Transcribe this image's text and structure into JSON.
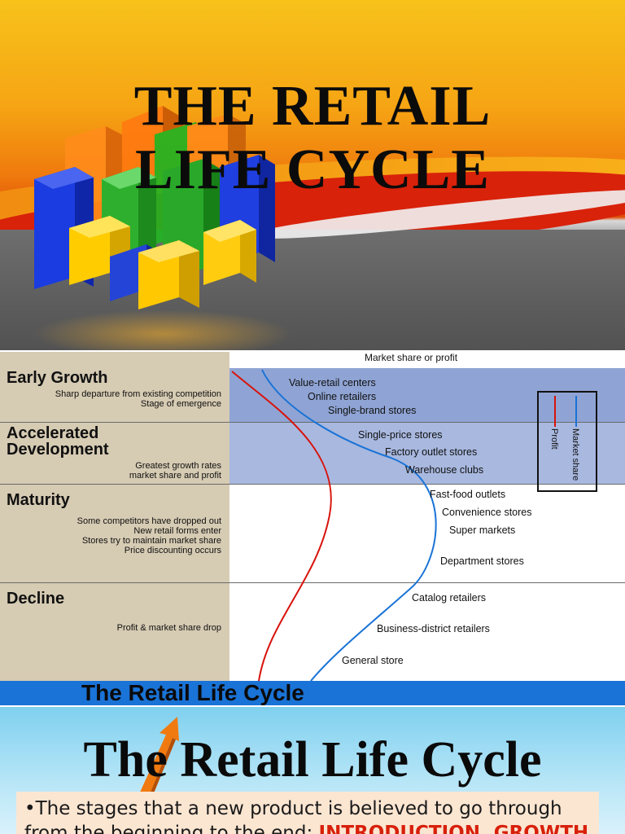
{
  "slide1": {
    "title_line1": "THE RETAIL",
    "title_line2": "LIFE CYCLE",
    "colors": {
      "orange": "#f6a514",
      "red": "#d8220a",
      "gray": "#5a5a5a"
    }
  },
  "slide2": {
    "chart_top_label": "Market share or profit",
    "stages": [
      {
        "name": "Early Growth",
        "desc": [
          "Sharp departure from existing competition",
          "Stage of emergence"
        ]
      },
      {
        "name": "Accelerated\nDevelopment",
        "desc": [
          "Greatest growth rates",
          "market share and profit"
        ]
      },
      {
        "name": "Maturity",
        "desc": [
          "Some competitors have dropped out",
          "New retail forms enter",
          "Stores try to maintain market share",
          "Price discounting occurs"
        ]
      },
      {
        "name": "Decline",
        "desc": [
          "Profit & market share drop"
        ]
      }
    ],
    "retailers": [
      "Value-retail centers",
      "Online retailers",
      "Single-brand stores",
      "Single-price stores",
      "Factory outlet stores",
      "Warehouse clubs",
      "Fast-food outlets",
      "Convenience stores",
      "Super markets",
      "Department stores",
      "Catalog retailers",
      "Business-district retailers",
      "General store"
    ],
    "legend": {
      "profit": "Profit",
      "market_share": "Market share"
    },
    "footer_title": "The Retail Life Cycle",
    "colors": {
      "profit_line": "#d8120a",
      "market_line": "#1a73d6",
      "band": "#8fa4d4",
      "left_panel": "#d6cbb3"
    }
  },
  "slide3": {
    "title": "The Retail Life Cycle",
    "bullet_prefix": "•The stages that a new product is believed to go through",
    "bullet_line2_text": "from the beginning to the end: ",
    "bullet_line2_highlight": "INTRODUCTION, GROWTH"
  }
}
